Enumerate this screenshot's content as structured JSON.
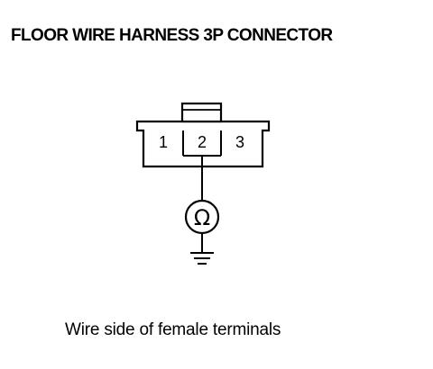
{
  "title": "FLOOR WIRE HARNESS 3P CONNECTOR",
  "caption": "Wire side of female terminals",
  "connector": {
    "pins": [
      {
        "label": "1"
      },
      {
        "label": "2"
      },
      {
        "label": "3"
      }
    ],
    "probed_pin": "2"
  },
  "meter": {
    "symbol": "Ω"
  },
  "icons": {
    "meter": "ohmmeter-icon",
    "ground": "ground-icon"
  }
}
